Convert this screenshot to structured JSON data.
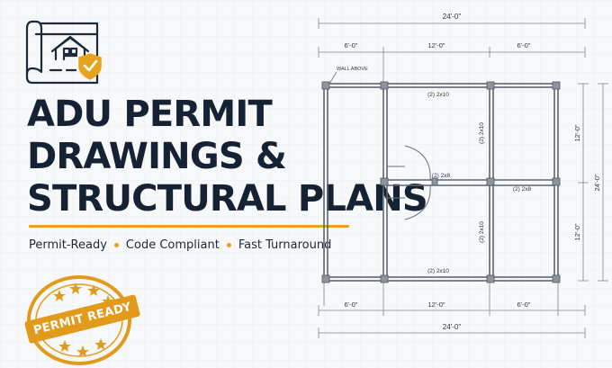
{
  "headline": {
    "line1": "ADU PERMIT",
    "line2": "DRAWINGS &",
    "line3": "STRUCTURAL PLANS"
  },
  "taglines": [
    "Permit-Ready",
    "Code Compliant",
    "Fast Turnaround"
  ],
  "stamp": {
    "label": "PERMIT READY"
  },
  "icons": {
    "logo": "house-blueprint-shield-icon",
    "stamp_stars": "star-icon"
  },
  "colors": {
    "accent": "#e8a31d",
    "ink": "#152233",
    "blueprint_line": "#8a929c"
  },
  "plan": {
    "dims": {
      "top_total": "24'-0\"",
      "top_left": "6'-0\"",
      "top_mid": "12'-0\"",
      "top_right": "6'-0\"",
      "bottom_left": "6'-0\"",
      "bottom_mid": "12'-0\"",
      "bottom_right": "6'-0\"",
      "bottom_total": "24'-0\"",
      "right_top": "12'-0\"",
      "right_bottom": "12'-0\"",
      "right_total": "24'-0\""
    },
    "notes": {
      "wall_above": "WALL ABOVE",
      "beam_top": "(2) 2x10",
      "beam_bottom": "(2) 2x10",
      "beam_mid_left": "(2) 2x8",
      "beam_mid_right": "(2) 2x8",
      "post_upper": "(2) 2x10",
      "post_lower": "(2) 2x10"
    }
  }
}
